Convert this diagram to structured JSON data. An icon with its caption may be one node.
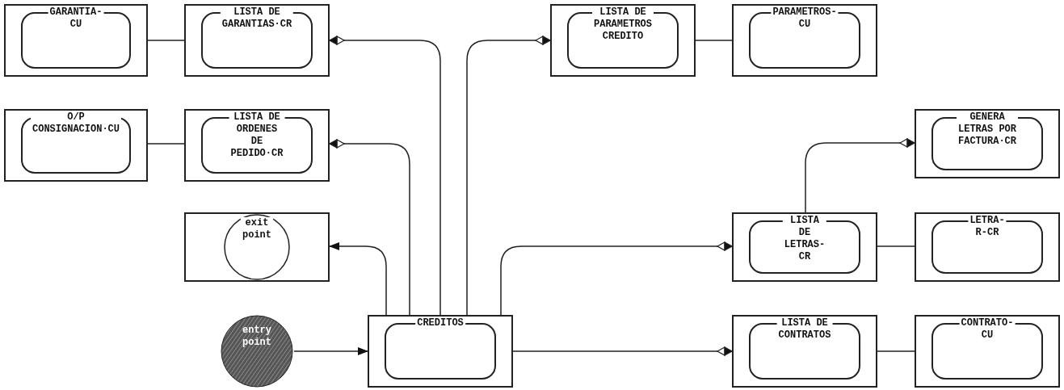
{
  "diagram": {
    "nodes": [
      {
        "text": [
          "GARANTIA-CU"
        ]
      },
      {
        "text": [
          "LISTA DE GARANTIAS·CR"
        ]
      },
      {
        "text": [
          "LISTA DE PARAMETROS CREDITO"
        ]
      },
      {
        "text": [
          "PARAMETROS-CU"
        ]
      },
      {
        "text": [
          "O/P CONSIGNACION·CU"
        ]
      },
      {
        "text": [
          "LISTA DE ORDENES DE PEDIDO·CR"
        ]
      },
      {
        "text": [
          "GENERA LETRAS POR FACTURA·CR"
        ]
      },
      {
        "text": [
          "exit point"
        ]
      },
      {
        "text": [
          "LISTA DE LETRAS-CR"
        ]
      },
      {
        "text": [
          "LETRA-R-CR"
        ]
      },
      {
        "text": [
          "entry point"
        ]
      },
      {
        "text": [
          "CREDITOS"
        ]
      },
      {
        "text": [
          "LISTA DE CONTRATOS"
        ]
      },
      {
        "text": [
          "CONTRATO-CU"
        ]
      }
    ],
    "edges": [
      {
        "from": 0,
        "to": 1,
        "arrow": "none"
      },
      {
        "from": 11,
        "to": 1,
        "arrow": "other"
      },
      {
        "from": 2,
        "to": 3,
        "arrow": "none"
      },
      {
        "from": 11,
        "to": 2,
        "arrow": "other"
      },
      {
        "from": 4,
        "to": 5,
        "arrow": "none"
      },
      {
        "from": 11,
        "to": 5,
        "arrow": "other"
      },
      {
        "from": 11,
        "to": 7,
        "arrow": "to"
      },
      {
        "from": 10,
        "to": 11,
        "arrow": "to"
      },
      {
        "from": 11,
        "to": 8,
        "arrow": "other"
      },
      {
        "from": 8,
        "to": 6,
        "arrow": "other"
      },
      {
        "from": 8,
        "to": 9,
        "arrow": "none"
      },
      {
        "from": 11,
        "to": 12,
        "arrow": "other"
      },
      {
        "from": 12,
        "to": 13,
        "arrow": "none"
      }
    ]
  }
}
